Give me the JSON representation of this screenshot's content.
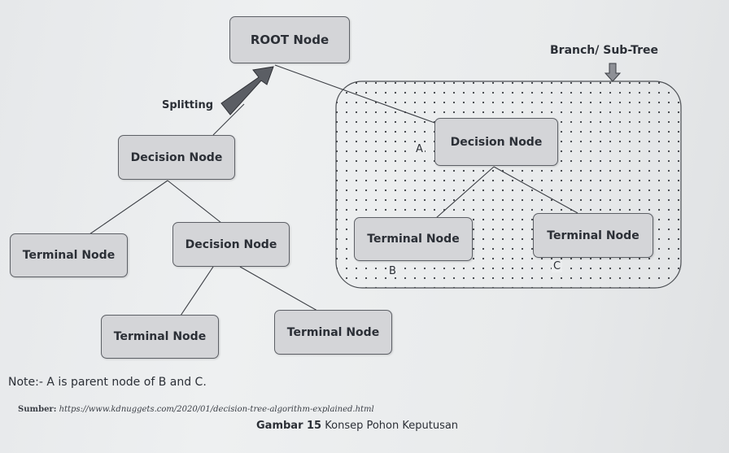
{
  "diagram": {
    "nodes": {
      "root": "ROOT Node",
      "decision_left": "Decision Node",
      "decision_right": "Decision Node",
      "decision_mid": "Decision Node",
      "terminal_1": "Terminal Node",
      "terminal_2": "Terminal Node",
      "terminal_3": "Terminal Node",
      "terminal_4": "Terminal Node",
      "terminal_5": "Terminal Node"
    },
    "labels": {
      "splitting": "Splitting",
      "branch": "Branch/ Sub-Tree",
      "a": "A",
      "b": "B",
      "c": "C"
    },
    "note": "Note:- A is parent node of B and C."
  },
  "source": {
    "prefix": "Sumber:",
    "url": "https://www.kdnuggets.com/2020/01/decision-tree-algorithm-explained.html"
  },
  "caption": {
    "number": "Gambar 15",
    "text": "Konsep Pohon Keputusan"
  }
}
